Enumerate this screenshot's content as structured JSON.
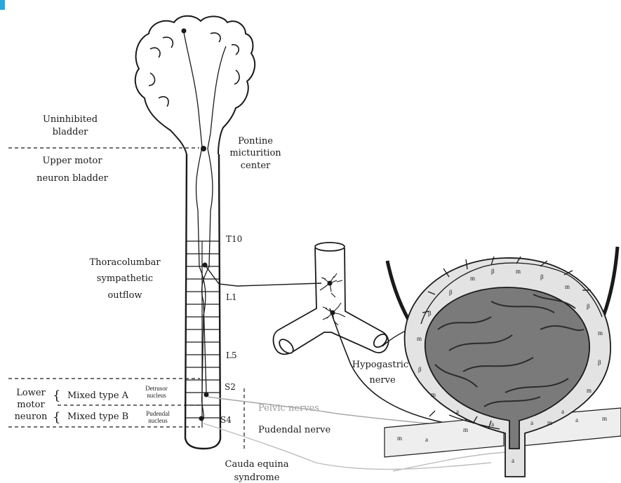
{
  "labels": {
    "uninhibited_line1": "Uninhibited",
    "uninhibited_line2": "bladder",
    "upper_motor_line1": "Upper motor",
    "upper_motor_line2": "neuron bladder",
    "pontine_line1": "Pontine",
    "pontine_line2": "micturition",
    "pontine_line3": "center",
    "thoracolumbar_line1": "Thoracolumbar",
    "thoracolumbar_line2": "sympathetic",
    "thoracolumbar_line3": "outflow",
    "lower_motor_line1": "Lower",
    "lower_motor_line2": "motor",
    "lower_motor_line3": "neuron",
    "mixed_a": "Mixed type A",
    "mixed_b": "Mixed type B",
    "detrusor_line1": "Detrusor",
    "detrusor_line2": "nucleus",
    "pudendal_nucleus_line1": "Pudendal",
    "pudendal_nucleus_line2": "nucleus",
    "pelvic_nerves": "Pelvic nerves",
    "pudendal_nerve": "Pudendal nerve",
    "cauda_line1": "Cauda equina",
    "cauda_line2": "syndrome",
    "hypogastric_line1": "Hypogastric",
    "hypogastric_line2": "nerve"
  },
  "spinal_levels": {
    "t10": "T10",
    "l1": "L1",
    "l5": "L5",
    "s2": "S2",
    "s4": "S4"
  },
  "bladder_receptor_labels": {
    "beta": "β",
    "alpha": "a",
    "muscarinic": "m"
  },
  "colors": {
    "line": "#1a1a1a",
    "pelvic_nerve": "#a8a8a8",
    "pudendal_nerve": "#bdbdbd",
    "accent_tab": "#29a8e0",
    "bladder_wall": "#e3e3e3",
    "bladder_lumen": "#7a7a7a"
  }
}
